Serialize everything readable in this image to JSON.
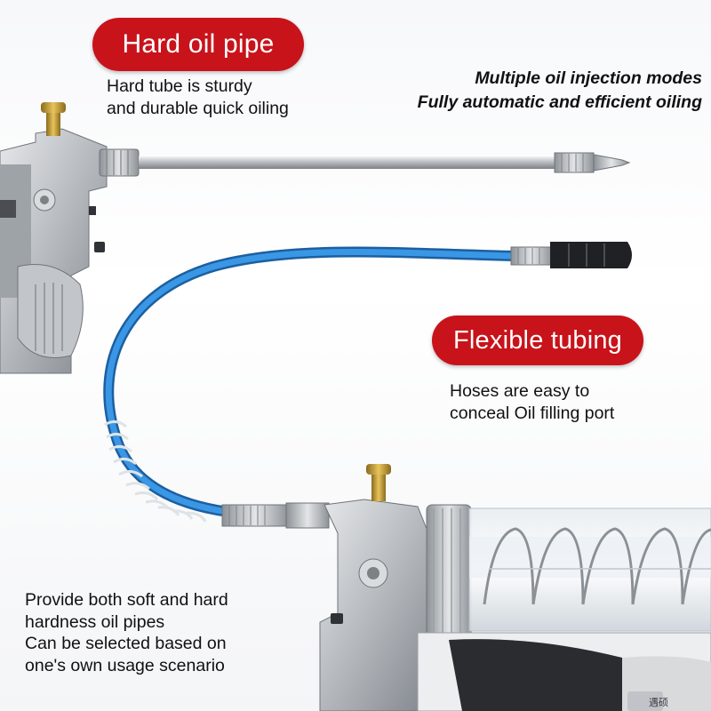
{
  "callouts": {
    "hard_pipe": {
      "title": "Hard oil pipe",
      "lines": [
        "Hard tube is sturdy",
        "and durable quick oiling"
      ]
    },
    "flexible_tubing": {
      "title": "Flexible tubing",
      "lines": [
        "Hoses are easy to",
        "conceal Oil filling port"
      ]
    }
  },
  "headline": {
    "lines": [
      "Multiple oil injection modes",
      "Fully automatic and efficient oiling"
    ]
  },
  "bottom_note": {
    "lines": [
      "Provide both soft and hard",
      "hardness oil pipes",
      "Can be selected based on",
      "one's own usage scenario"
    ]
  },
  "brand_logo": "遇硕",
  "colors": {
    "pill_red": "#c8131b",
    "hose_blue": "#2b86d6",
    "metal_silver": "#c9ccd0",
    "brass": "#c9a030"
  }
}
